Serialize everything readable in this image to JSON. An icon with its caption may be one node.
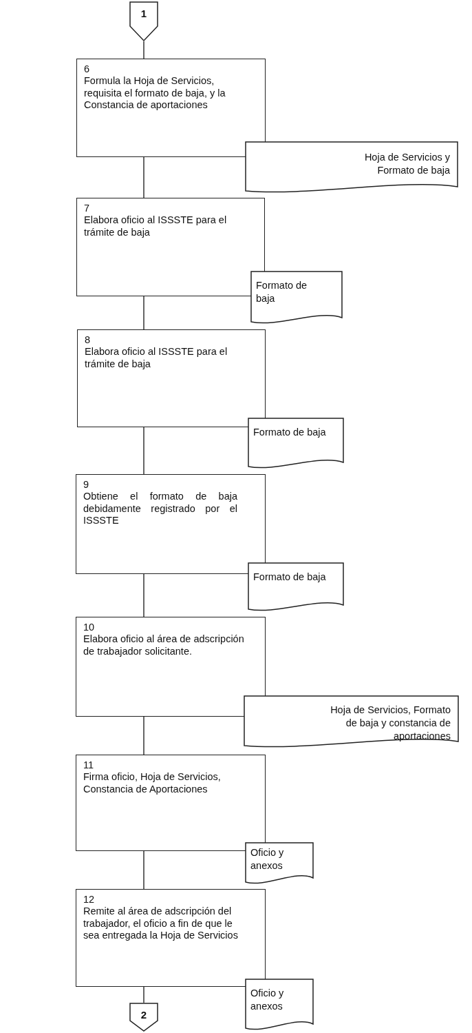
{
  "diagram": {
    "nodes": [
      {
        "text": [
          "1"
        ]
      },
      {
        "text": [
          "6",
          "Formula la Hoja de Servicios, requisita el formato de baja, y la Constancia de aportaciones"
        ]
      },
      {
        "text": [
          "Hoja de Servicios y Formato de baja"
        ]
      },
      {
        "text": [
          "7",
          "Elabora oficio al ISSSTE para el trámite de baja"
        ]
      },
      {
        "text": [
          "Formato de baja"
        ]
      },
      {
        "text": [
          "8",
          "Elabora oficio al ISSSTE para el trámite de baja"
        ]
      },
      {
        "text": [
          "Formato de baja"
        ]
      },
      {
        "text": [
          "9",
          "Obtiene el formato de baja debidamente registrado por el ISSSTE"
        ]
      },
      {
        "text": [
          "Formato de baja"
        ]
      },
      {
        "text": [
          "10",
          "Elabora oficio al área de adscripción de trabajador solicitante."
        ]
      },
      {
        "text": [
          "Hoja de Servicios, Formato de baja y constancia de aportaciones"
        ]
      },
      {
        "text": [
          "11",
          "Firma oficio, Hoja de Servicios, Constancia de Aportaciones"
        ]
      },
      {
        "text": [
          "Oficio y anexos"
        ]
      },
      {
        "text": [
          "12",
          "Remite al área de adscripción del trabajador, el oficio a fin de que le sea entregada la Hoja de Servicios"
        ]
      },
      {
        "text": [
          "Oficio y anexos"
        ]
      },
      {
        "text": [
          "2"
        ]
      }
    ],
    "edges": [
      {
        "from": 0,
        "to": 1,
        "arrow": "none"
      },
      {
        "from": 1,
        "to": 3,
        "arrow": "none"
      },
      {
        "from": 3,
        "to": 5,
        "arrow": "none"
      },
      {
        "from": 5,
        "to": 7,
        "arrow": "none"
      },
      {
        "from": 7,
        "to": 9,
        "arrow": "none"
      },
      {
        "from": 9,
        "to": 11,
        "arrow": "none"
      },
      {
        "from": 11,
        "to": 13,
        "arrow": "none"
      },
      {
        "from": 13,
        "to": 15,
        "arrow": "none"
      }
    ]
  }
}
